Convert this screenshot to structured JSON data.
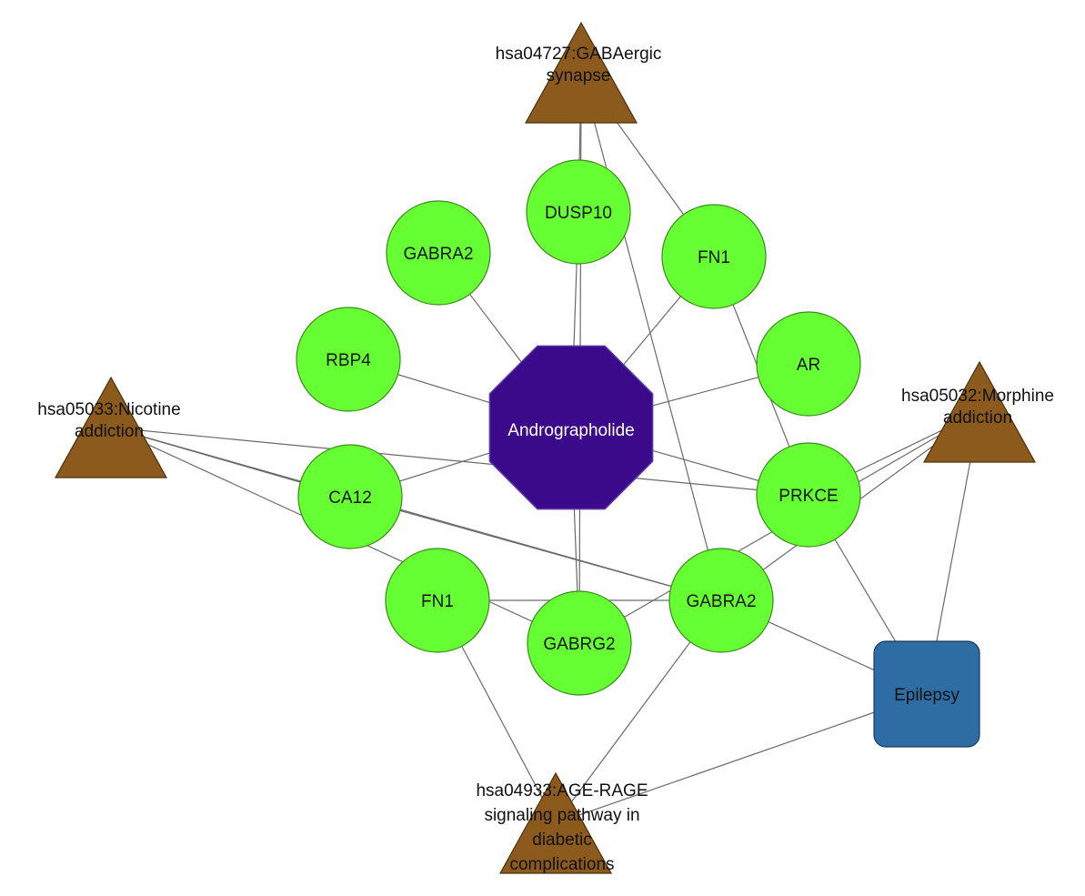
{
  "diagram": {
    "colors": {
      "gene_fill": "#66ff33",
      "gene_stroke": "#3a8a1a",
      "compound_fill": "#3a0a8a",
      "compound_stroke": "#5a3aa8",
      "pathway_fill": "#8b5a1c",
      "pathway_stroke": "#4a300a",
      "disease_fill": "#2e6da4",
      "disease_stroke": "#1a3a60",
      "edge": "#6a6a6a"
    },
    "compound": {
      "id": "andro",
      "label": "Andrographolide",
      "shape": "octagon"
    },
    "genes": [
      {
        "id": "dusp10",
        "label": "DUSP10",
        "shape": "circle"
      },
      {
        "id": "gabra2a",
        "label": "GABRA2",
        "shape": "circle"
      },
      {
        "id": "fn1a",
        "label": "FN1",
        "shape": "circle"
      },
      {
        "id": "rbp4",
        "label": "RBP4",
        "shape": "circle"
      },
      {
        "id": "ar",
        "label": "AR",
        "shape": "circle"
      },
      {
        "id": "ca12",
        "label": "CA12",
        "shape": "circle"
      },
      {
        "id": "prkce",
        "label": "PRKCE",
        "shape": "circle"
      },
      {
        "id": "fn1b",
        "label": "FN1",
        "shape": "circle"
      },
      {
        "id": "gabrg2",
        "label": "GABRG2",
        "shape": "circle"
      },
      {
        "id": "gabra2b",
        "label": "GABRA2",
        "shape": "circle"
      }
    ],
    "pathways": [
      {
        "id": "gaba",
        "label_lines": [
          "hsa04727:GABAergic",
          "synapse"
        ],
        "shape": "triangle"
      },
      {
        "id": "nicotine",
        "label_lines": [
          "hsa05033:Nicotine",
          "addiction"
        ],
        "shape": "triangle"
      },
      {
        "id": "morphine",
        "label_lines": [
          "hsa05032:Morphine",
          "addiction"
        ],
        "shape": "triangle"
      },
      {
        "id": "agerage",
        "label_lines": [
          "hsa04933:AGE-RAGE",
          "signaling pathway in",
          "diabetic",
          "complications"
        ],
        "shape": "triangle"
      }
    ],
    "disease": {
      "id": "epilepsy",
      "label": "Epilepsy",
      "shape": "rounded-square"
    },
    "edges": [
      [
        "andro",
        "dusp10"
      ],
      [
        "andro",
        "gabra2a"
      ],
      [
        "andro",
        "fn1a"
      ],
      [
        "andro",
        "rbp4"
      ],
      [
        "andro",
        "ar"
      ],
      [
        "andro",
        "ca12"
      ],
      [
        "andro",
        "prkce"
      ],
      [
        "andro",
        "gabrg2"
      ],
      [
        "gaba",
        "dusp10"
      ],
      [
        "gaba",
        "fn1a"
      ],
      [
        "gaba",
        "gabrg2"
      ],
      [
        "gaba",
        "gabra2b"
      ],
      [
        "nicotine",
        "ca12"
      ],
      [
        "nicotine",
        "gabrg2"
      ],
      [
        "nicotine",
        "gabra2b"
      ],
      [
        "nicotine",
        "prkce"
      ],
      [
        "morphine",
        "prkce"
      ],
      [
        "morphine",
        "gabrg2"
      ],
      [
        "morphine",
        "gabra2b"
      ],
      [
        "morphine",
        "epilepsy"
      ],
      [
        "agerage",
        "fn1b"
      ],
      [
        "agerage",
        "gabra2b"
      ],
      [
        "agerage",
        "epilepsy"
      ],
      [
        "fn1a",
        "prkce"
      ],
      [
        "ca12",
        "gabra2b"
      ],
      [
        "fn1b",
        "gabra2b"
      ],
      [
        "prkce",
        "epilepsy"
      ],
      [
        "gabra2b",
        "epilepsy"
      ]
    ]
  }
}
